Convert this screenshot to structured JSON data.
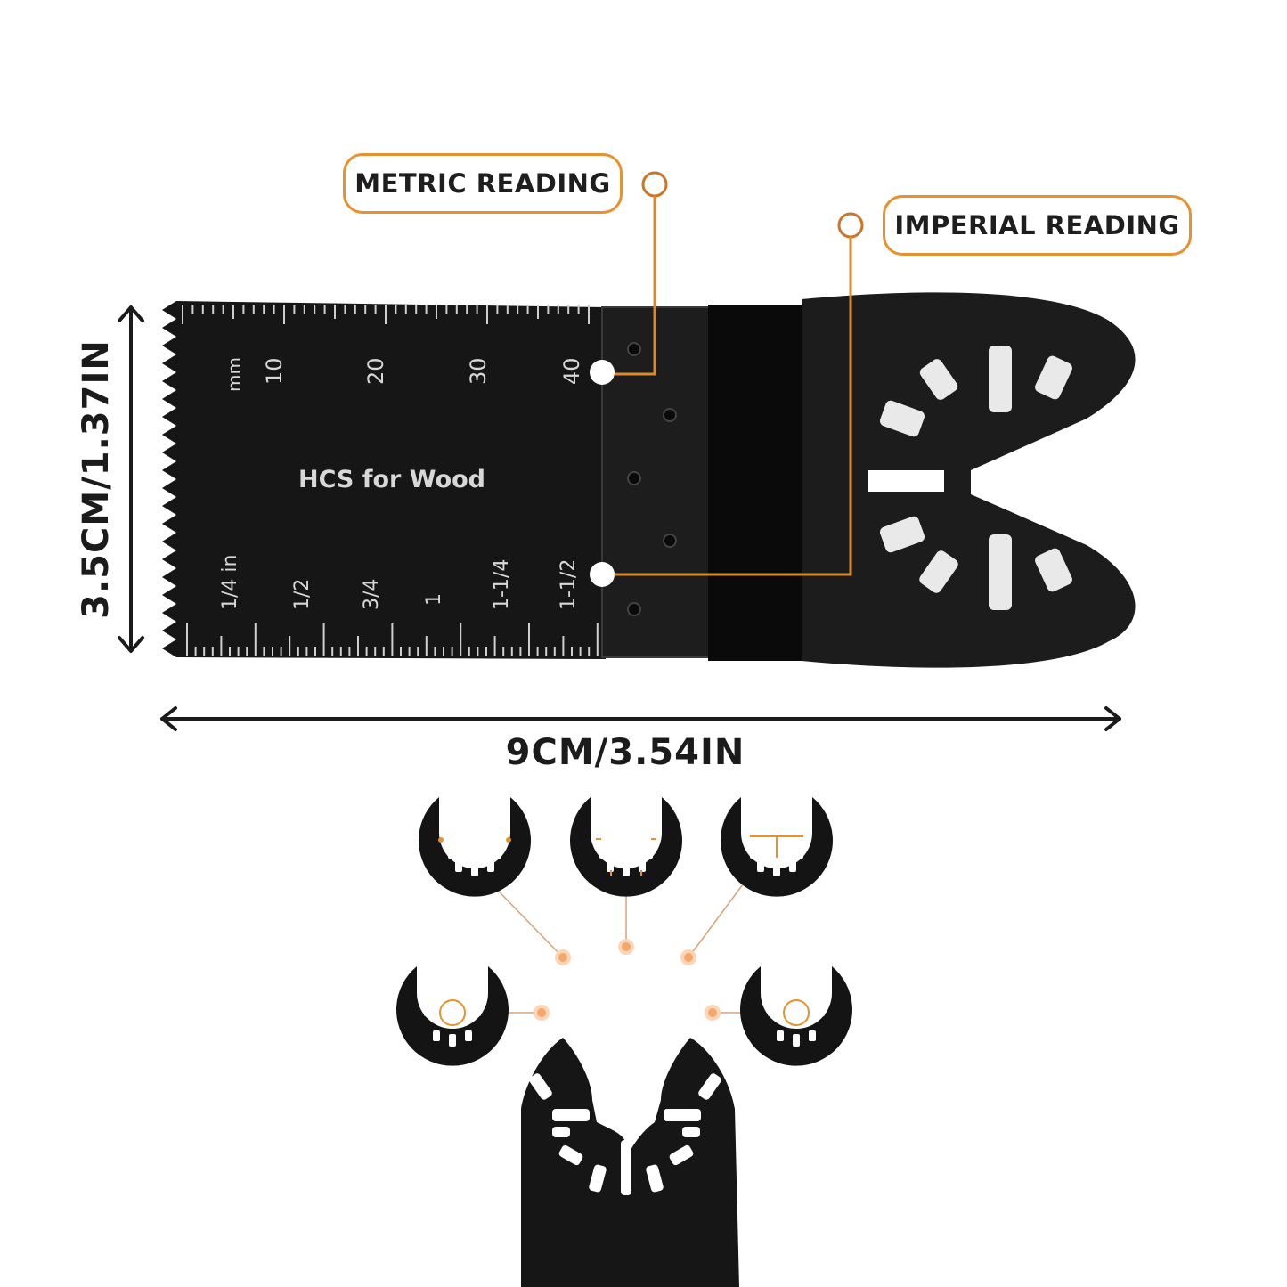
{
  "callouts": {
    "metric": "METRIC READING",
    "imperial": "IMPERIAL READING"
  },
  "dimensions": {
    "height": "3.5CM/1.37IN",
    "width": "9CM/3.54IN"
  },
  "blade": {
    "label": "HCS for Wood",
    "metric_unit": "mm",
    "metric_ticks": [
      "10",
      "20",
      "30",
      "40"
    ],
    "imperial_unit": "1/4 in",
    "imperial_ticks": [
      "1/2",
      "3/4",
      "1",
      "1-1/4",
      "1-1/2"
    ]
  },
  "colors": {
    "accent": "#e8922f",
    "blade": "#151515",
    "dot": "#f5b98a"
  }
}
